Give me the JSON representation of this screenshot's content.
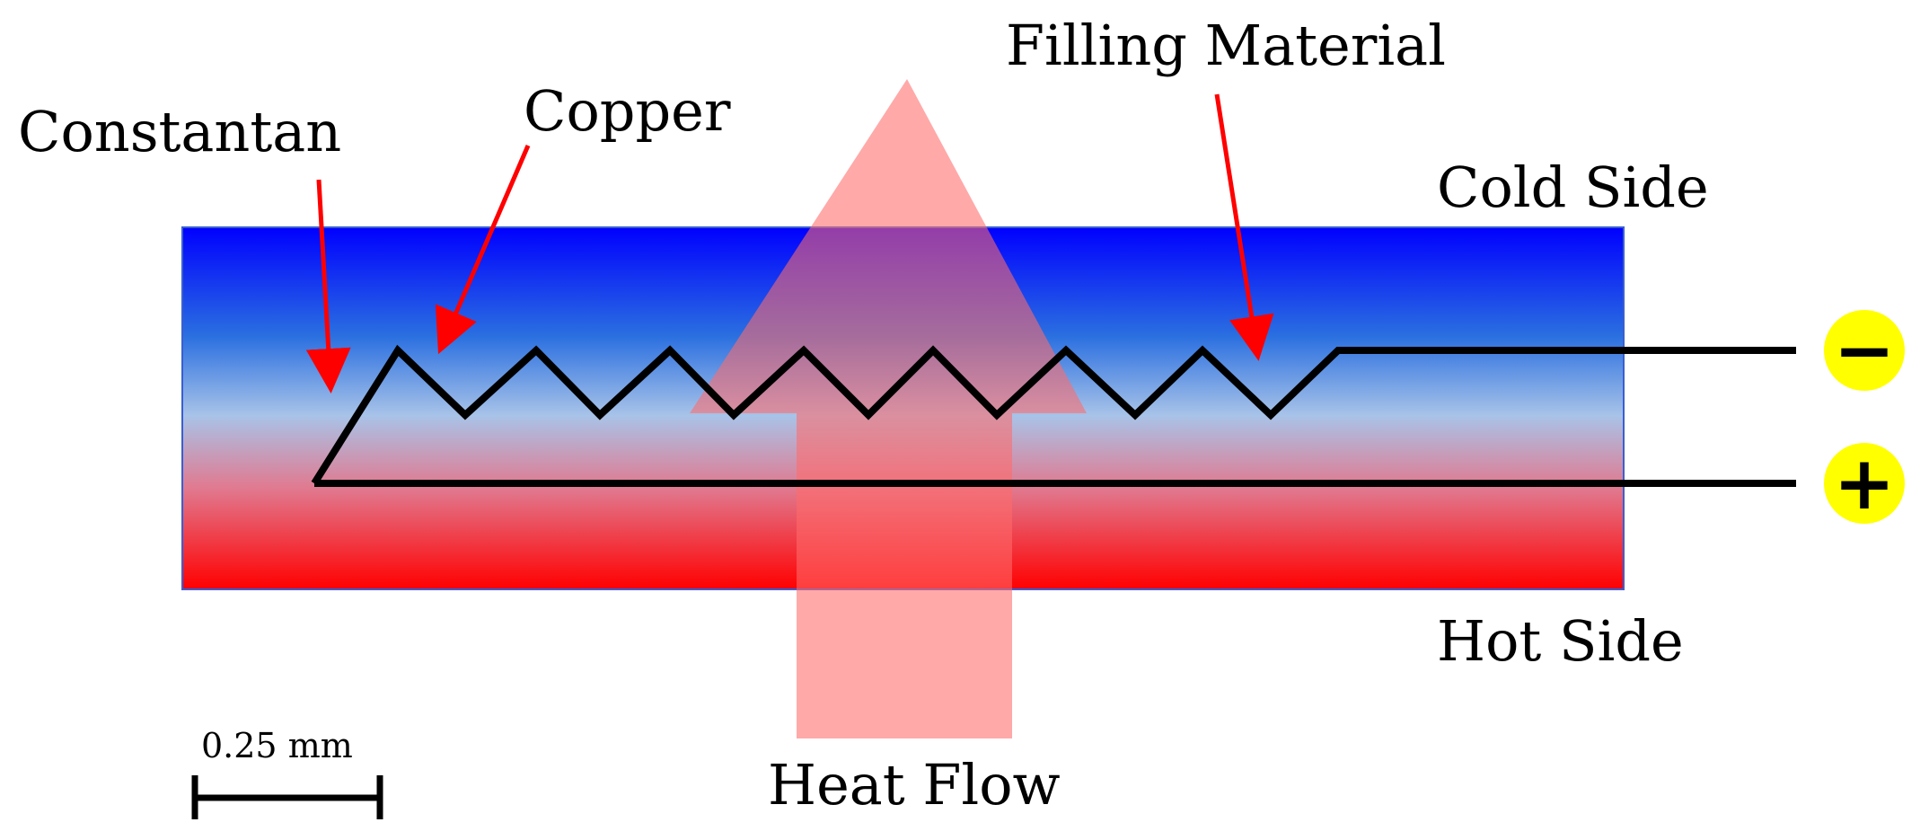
{
  "labels": {
    "constantan": "Constantan",
    "copper": "Copper",
    "filling_material": "Filling Material",
    "cold_side": "Cold Side",
    "hot_side": "Hot Side",
    "heat_flow": "Heat Flow",
    "scale": "0.25 mm"
  },
  "terminals": {
    "negative": "−",
    "positive": "+"
  },
  "colors": {
    "cold": "#0000ff",
    "mid": "#a8c3e8",
    "hot": "#ff0000",
    "arrow": "#ff8080",
    "pointer": "#ff0000",
    "terminal": "#ffff00",
    "wire": "#000000"
  }
}
